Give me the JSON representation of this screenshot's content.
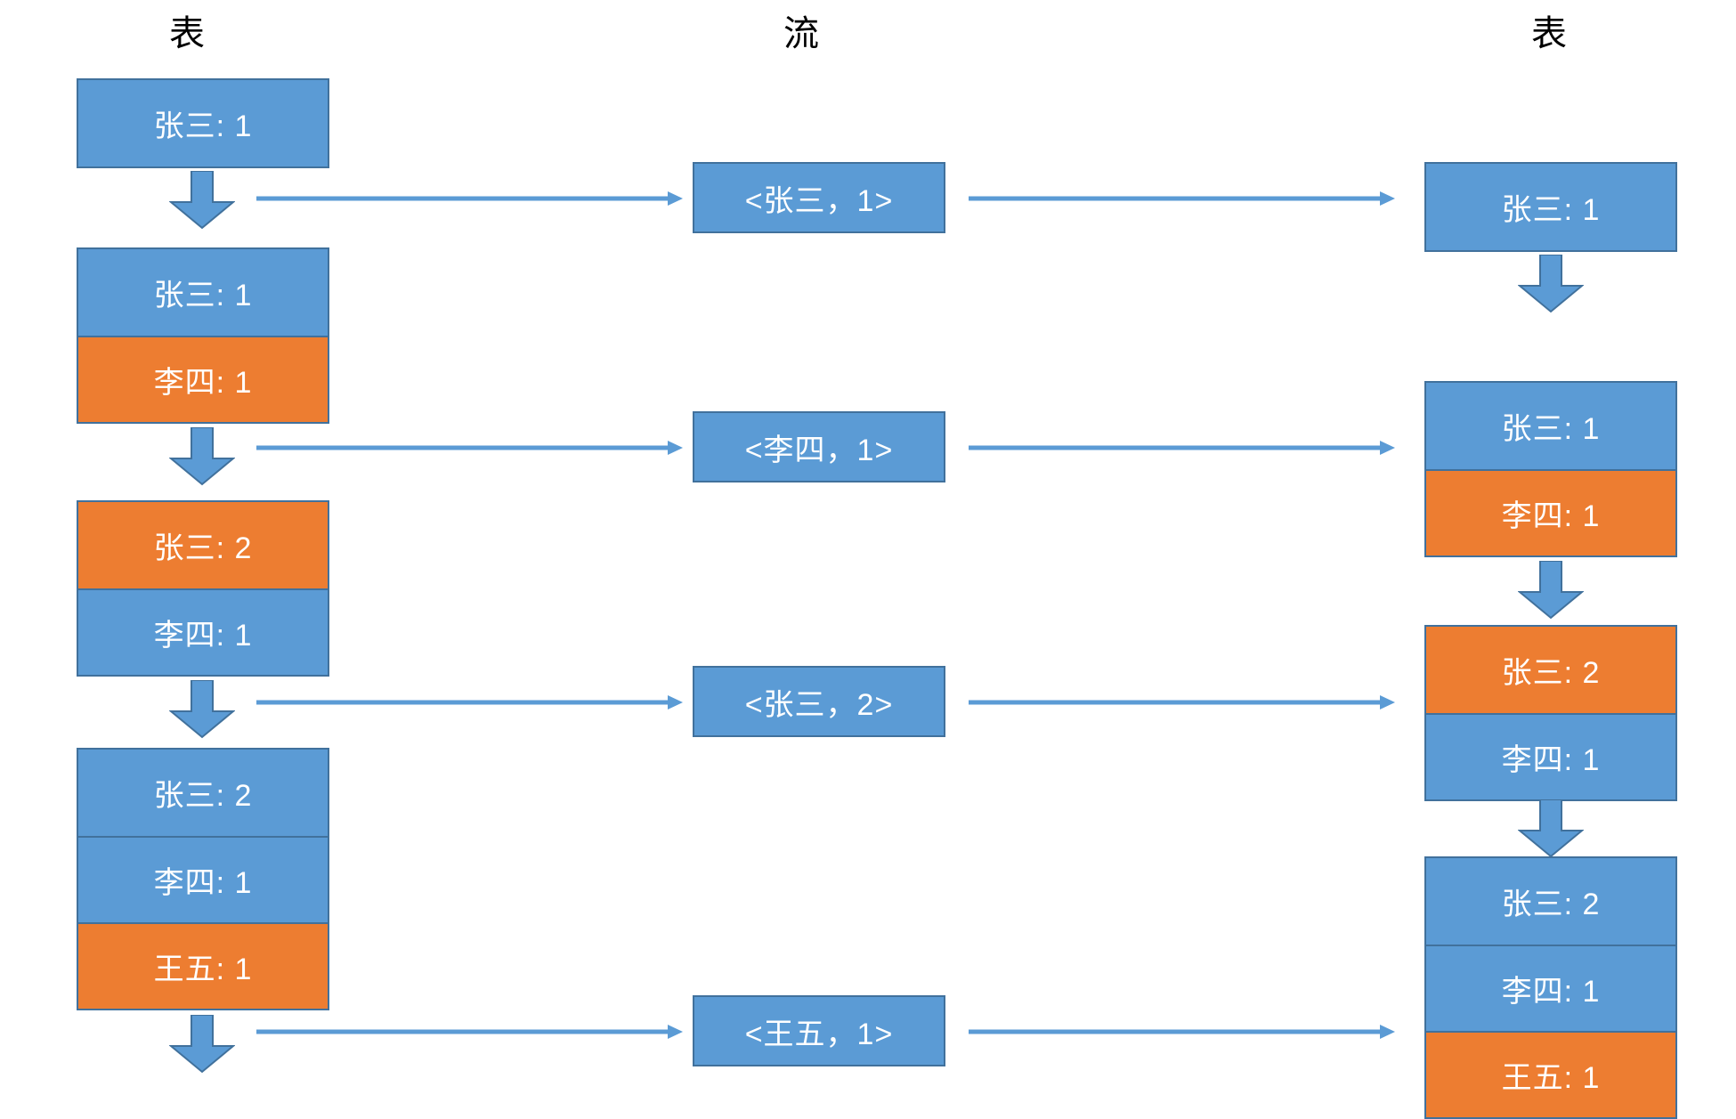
{
  "colors": {
    "blue": "#5B9BD5",
    "orange": "#ED7D31",
    "border": "#41719C",
    "arrow": "#5B9BD5",
    "text_on_fill": "#FFFFFF",
    "title": "#000000",
    "background": "#FFFFFF"
  },
  "titles": {
    "left": "表",
    "middle": "流",
    "right": "表"
  },
  "left_column": {
    "title": "表",
    "snapshots": [
      {
        "rows": [
          {
            "label": "张三: 1",
            "color": "blue"
          }
        ]
      },
      {
        "rows": [
          {
            "label": "张三: 1",
            "color": "blue"
          },
          {
            "label": "李四: 1",
            "color": "orange"
          }
        ]
      },
      {
        "rows": [
          {
            "label": "张三: 2",
            "color": "orange"
          },
          {
            "label": "李四: 1",
            "color": "blue"
          }
        ]
      },
      {
        "rows": [
          {
            "label": "张三: 2",
            "color": "blue"
          },
          {
            "label": "李四: 1",
            "color": "blue"
          },
          {
            "label": "王五: 1",
            "color": "orange"
          }
        ]
      }
    ]
  },
  "stream_column": {
    "title": "流",
    "events": [
      {
        "label": "<张三，1>"
      },
      {
        "label": "<李四，1>"
      },
      {
        "label": "<张三，2>"
      },
      {
        "label": "<王五，1>"
      }
    ]
  },
  "right_column": {
    "title": "表",
    "snapshots": [
      {
        "rows": [
          {
            "label": "张三: 1",
            "color": "blue"
          }
        ]
      },
      {
        "rows": [
          {
            "label": "张三: 1",
            "color": "blue"
          },
          {
            "label": "李四: 1",
            "color": "orange"
          }
        ]
      },
      {
        "rows": [
          {
            "label": "张三: 2",
            "color": "orange"
          },
          {
            "label": "李四: 1",
            "color": "blue"
          }
        ]
      },
      {
        "rows": [
          {
            "label": "张三: 2",
            "color": "blue"
          },
          {
            "label": "李四: 1",
            "color": "blue"
          },
          {
            "label": "王五: 1",
            "color": "orange"
          }
        ]
      }
    ]
  }
}
